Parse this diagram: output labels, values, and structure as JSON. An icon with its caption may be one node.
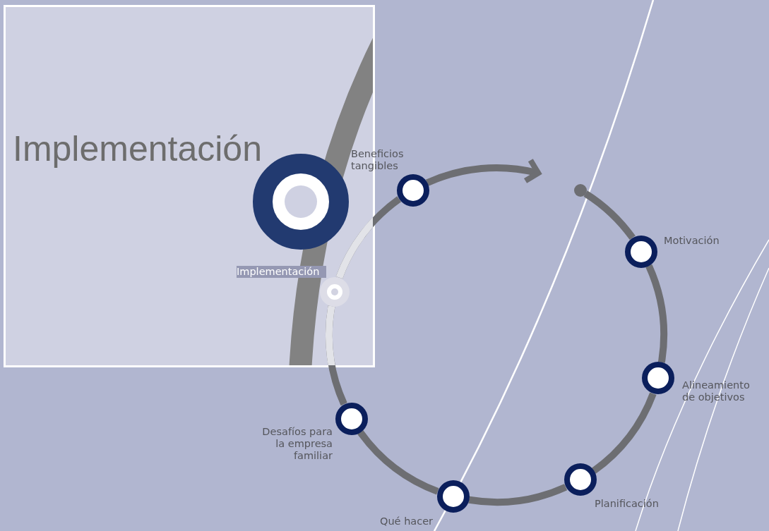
{
  "diagram": {
    "nodes": [
      {
        "text": [
          "Implementación"
        ]
      },
      {
        "text": [],
        "shape": "circle",
        "in": 0
      },
      {
        "text": [],
        "shape": "circle"
      },
      {
        "text": [],
        "shape": "circle",
        "beside": [
          "Motivación"
        ]
      },
      {
        "text": [],
        "shape": "circle",
        "beside": [
          "Alineamiento de objetivos"
        ]
      },
      {
        "text": [],
        "shape": "circle",
        "beside": [
          "Planificación"
        ]
      },
      {
        "text": [],
        "shape": "circle",
        "beside": [
          "Qué hacer"
        ]
      },
      {
        "text": [],
        "shape": "circle",
        "beside": [
          "Desafíos para la empresa familiar"
        ]
      },
      {
        "text": [],
        "shape": "circle",
        "in": 0,
        "beside": [
          "Implementación"
        ]
      },
      {
        "text": [],
        "shape": "circle",
        "beside": [
          "Beneficios tangibles"
        ]
      }
    ],
    "edges": [
      {
        "from": 2,
        "to": 3,
        "arrow": "none"
      },
      {
        "from": 3,
        "to": 4,
        "arrow": "none"
      },
      {
        "from": 4,
        "to": 5,
        "arrow": "none"
      },
      {
        "from": 5,
        "to": 6,
        "arrow": "none"
      },
      {
        "from": 6,
        "to": 7,
        "arrow": "none"
      },
      {
        "from": 7,
        "to": 8,
        "arrow": "none"
      },
      {
        "from": 8,
        "to": 9,
        "arrow": "none"
      },
      {
        "from": 9,
        "to": null,
        "arrow": "to"
      }
    ]
  }
}
